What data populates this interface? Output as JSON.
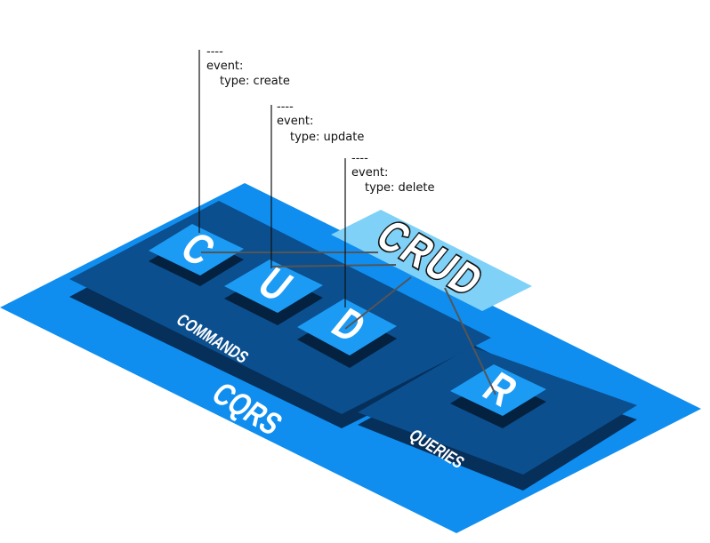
{
  "diagram": {
    "outer_label": "CQRS",
    "commands_label": "COMMANDS",
    "queries_label": "QUERIES",
    "crud_label": "CRUD",
    "keys": [
      {
        "id": "c",
        "letter": "C"
      },
      {
        "id": "u",
        "letter": "U"
      },
      {
        "id": "d",
        "letter": "D"
      },
      {
        "id": "r",
        "letter": "R"
      }
    ],
    "events": [
      {
        "sep": "----",
        "head": "event:",
        "type_line": "type: create"
      },
      {
        "sep": "----",
        "head": "event:",
        "type_line": "type: update"
      },
      {
        "sep": "----",
        "head": "event:",
        "type_line": "type: delete"
      }
    ],
    "colors": {
      "cqrs_plane": "#0f8ef0",
      "panel": "#0b4f8e",
      "panel_shadow": "#062f5a",
      "key": "#1c9bf5",
      "key_shadow": "#04213f",
      "crud_plane": "#7fd1f7",
      "connector": "#555555"
    }
  }
}
